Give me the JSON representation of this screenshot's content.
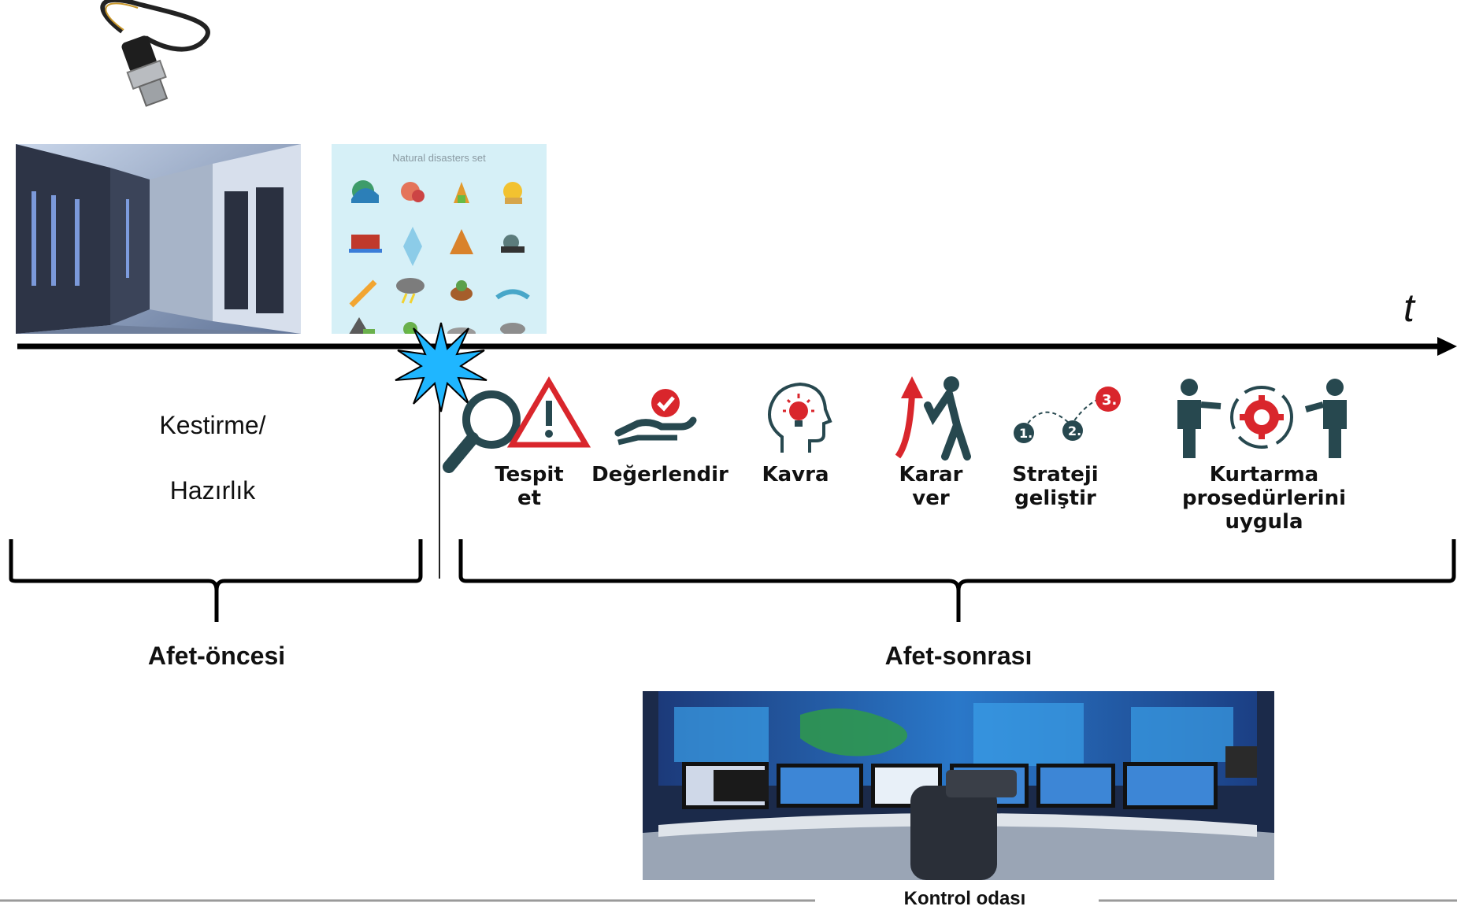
{
  "axis": {
    "label": "t"
  },
  "left_phase": {
    "line1": "Kestirme/",
    "line2": "Hazırlık",
    "title": "Afet-öncesi"
  },
  "right_phase": {
    "title": "Afet-sonrası"
  },
  "disaster_card": {
    "caption": "Natural disasters set"
  },
  "steps": [
    {
      "label": "Tespit\net",
      "icon": "magnifier-warning-icon"
    },
    {
      "label": "Değerlendir",
      "icon": "hand-check-icon"
    },
    {
      "label": "Kavra",
      "icon": "head-idea-icon"
    },
    {
      "label": "Karar\nver",
      "icon": "person-push-arrow-icon"
    },
    {
      "label": "Strateji\ngeliştir",
      "icon": "steps-path-icon"
    },
    {
      "label": "Kurtarma\nprosedürlerini\nuygula",
      "icon": "people-gear-icon"
    }
  ],
  "control_room": {
    "caption": "Kontrol odası"
  },
  "colors": {
    "accent_red": "#d9262c",
    "icon_dark": "#27484f",
    "burst_blue": "#1fb6ff",
    "arrow_black": "#111111"
  }
}
